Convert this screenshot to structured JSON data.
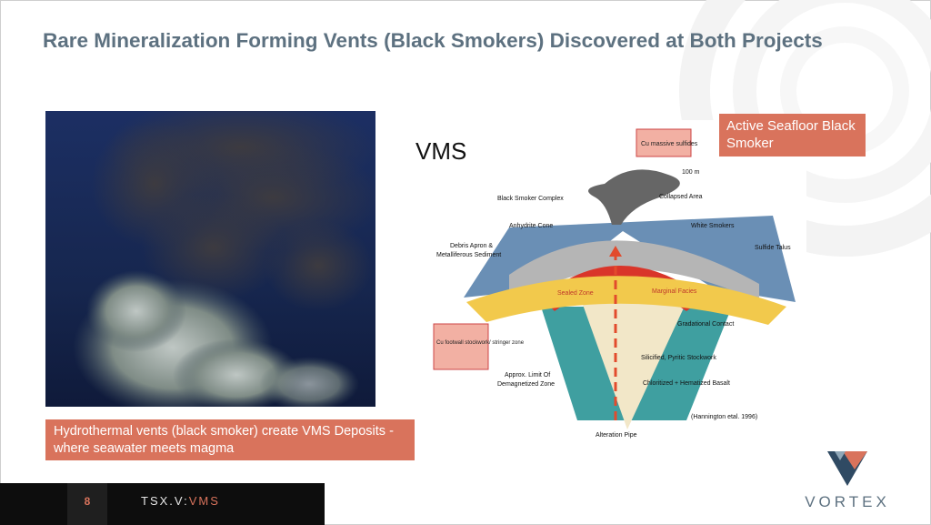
{
  "title": "Rare Mineralization Forming Vents (Black Smokers)  Discovered at Both Projects",
  "photo": {
    "caption": "Hydrothermal vents (black smoker) create VMS Deposits - where seawater meets magma"
  },
  "diagram": {
    "heading": "VMS",
    "callout": "Active Seafloor Black Smoker",
    "citation": "(Hannington etal. 1996)",
    "scale_label": "100 m",
    "labels": {
      "cu_massive": "Cu massive sulfides",
      "black_smoker_complex": "Black Smoker Complex",
      "collapsed_area": "Collapsed Area",
      "anhydrite_cone": "Anhydrite Cone",
      "white_smokers": "White Smokers",
      "debris_apron": "Debris Apron &",
      "metalliferous_sediment": "Metalliferous Sediment",
      "sulfide_talus": "Sulfide Talus",
      "sealed_zone": "Sealed Zone",
      "marginal_facies": "Marginal Facies",
      "gradational_contact": "Gradational Contact",
      "cu_footwall": "Cu footwall stockwork/ stringer zone",
      "silicified": "Silicified, Pyritic Stockwork",
      "approx_limit": "Approx. Limit Of",
      "demagnetized_zone": "Demagnetized Zone",
      "chloritized": "Chloritized + Hematized Basalt",
      "alteration_pipe": "Alteration Pipe"
    }
  },
  "footer": {
    "page_number": "8",
    "ticker_prefix": "TSX.V:",
    "ticker_symbol": "VMS"
  },
  "logo": {
    "wordmark": "VORTEX"
  },
  "colors": {
    "accent": "#d9735c",
    "title": "#5d7180",
    "footer": "#0d0d0d"
  }
}
